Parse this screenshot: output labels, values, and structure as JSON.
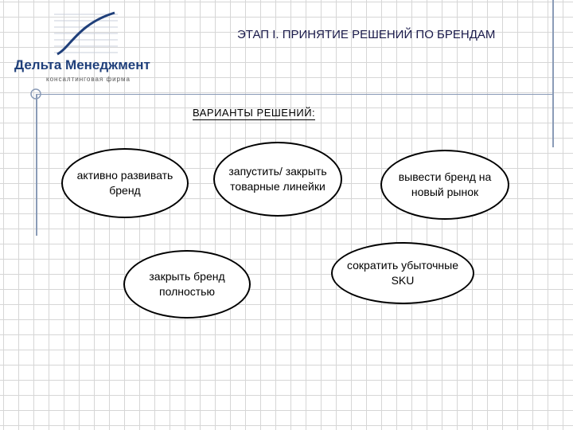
{
  "header": {
    "brand_name": "Дельта Менеджмент",
    "brand_subtitle": "консалтинговая фирма",
    "title": "ЭТАП I. ПРИНЯТИЕ РЕШЕНИЙ ПО БРЕНДАМ"
  },
  "diagram": {
    "subtitle": "ВАРИАНТЫ РЕШЕНИЙ:",
    "options": [
      {
        "label": "активно развивать\nбренд"
      },
      {
        "label": "запустить/ закрыть\nтоварные линейки"
      },
      {
        "label": "вывести бренд на\nновый рынок"
      },
      {
        "label": "закрыть бренд\nполностью"
      },
      {
        "label": "сократить убыточные\nSKU"
      }
    ]
  },
  "colors": {
    "brand": "#1f3f7a",
    "grid": "#d6d6d6",
    "frame_lines": "#8a9bb7"
  }
}
